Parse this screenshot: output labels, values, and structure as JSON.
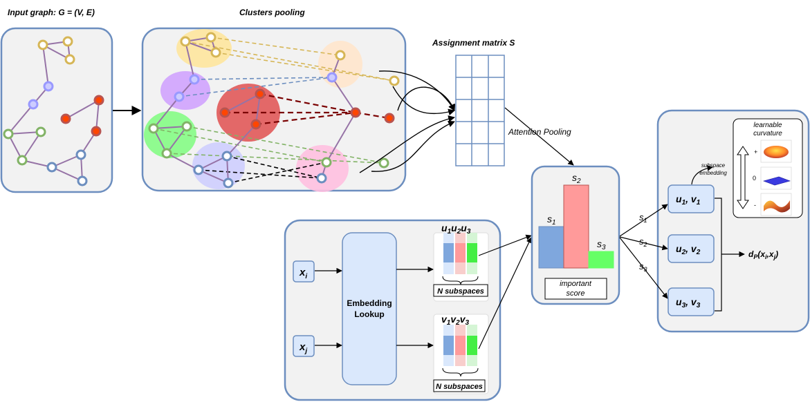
{
  "titles": {
    "input_graph": "Input graph: G = (V, E)",
    "clusters_pooling": "Clusters pooling",
    "assignment_matrix": "Assignment matrix S",
    "attention_pooling": "Attention Pooling"
  },
  "embedding": {
    "xi": "x",
    "xi_sub": "i",
    "xj": "x",
    "xj_sub": "j",
    "lookup_line1": "Embedding",
    "lookup_line2": "Lookup",
    "u_header": [
      "u",
      "1",
      "u",
      "2",
      "u",
      "3"
    ],
    "v_header": [
      "v",
      "1",
      "v",
      "2",
      "v",
      "3"
    ],
    "n_subspaces_top": "N subspaces",
    "n_subspaces_bottom": "N subspaces"
  },
  "scores": {
    "labels": [
      {
        "base": "s",
        "sub": "1"
      },
      {
        "base": "s",
        "sub": "2"
      },
      {
        "base": "s",
        "sub": "3"
      }
    ],
    "values": [
      0.5,
      1.0,
      0.2
    ],
    "caption_line1": "important",
    "caption_line2": "score",
    "colors": [
      "#7fa7dd",
      "#ff9a9a",
      "#66ff66"
    ]
  },
  "subspace": {
    "rows": [
      {
        "u": "u",
        "us": "1",
        "v": "v",
        "vs": "1"
      },
      {
        "u": "u",
        "us": "2",
        "v": "v",
        "vs": "2"
      },
      {
        "u": "u",
        "us": "3",
        "v": "v",
        "vs": "3"
      }
    ],
    "edge_labels": [
      {
        "base": "s",
        "sub": "1"
      },
      {
        "base": "s",
        "sub": "2"
      },
      {
        "base": "s",
        "sub": "3"
      }
    ],
    "distance": {
      "pre": "d",
      "sub1": "P",
      "mid": "(x",
      "sub2": "i",
      "mid2": ",x",
      "sub3": "j",
      "post": ")"
    },
    "subspace_embedding_line1": "subspace",
    "subspace_embedding_line2": "embedding"
  },
  "curvature": {
    "title_line1": "learnable",
    "title_line2": "curvature",
    "plus": "+",
    "zero": "0",
    "minus": "-"
  }
}
